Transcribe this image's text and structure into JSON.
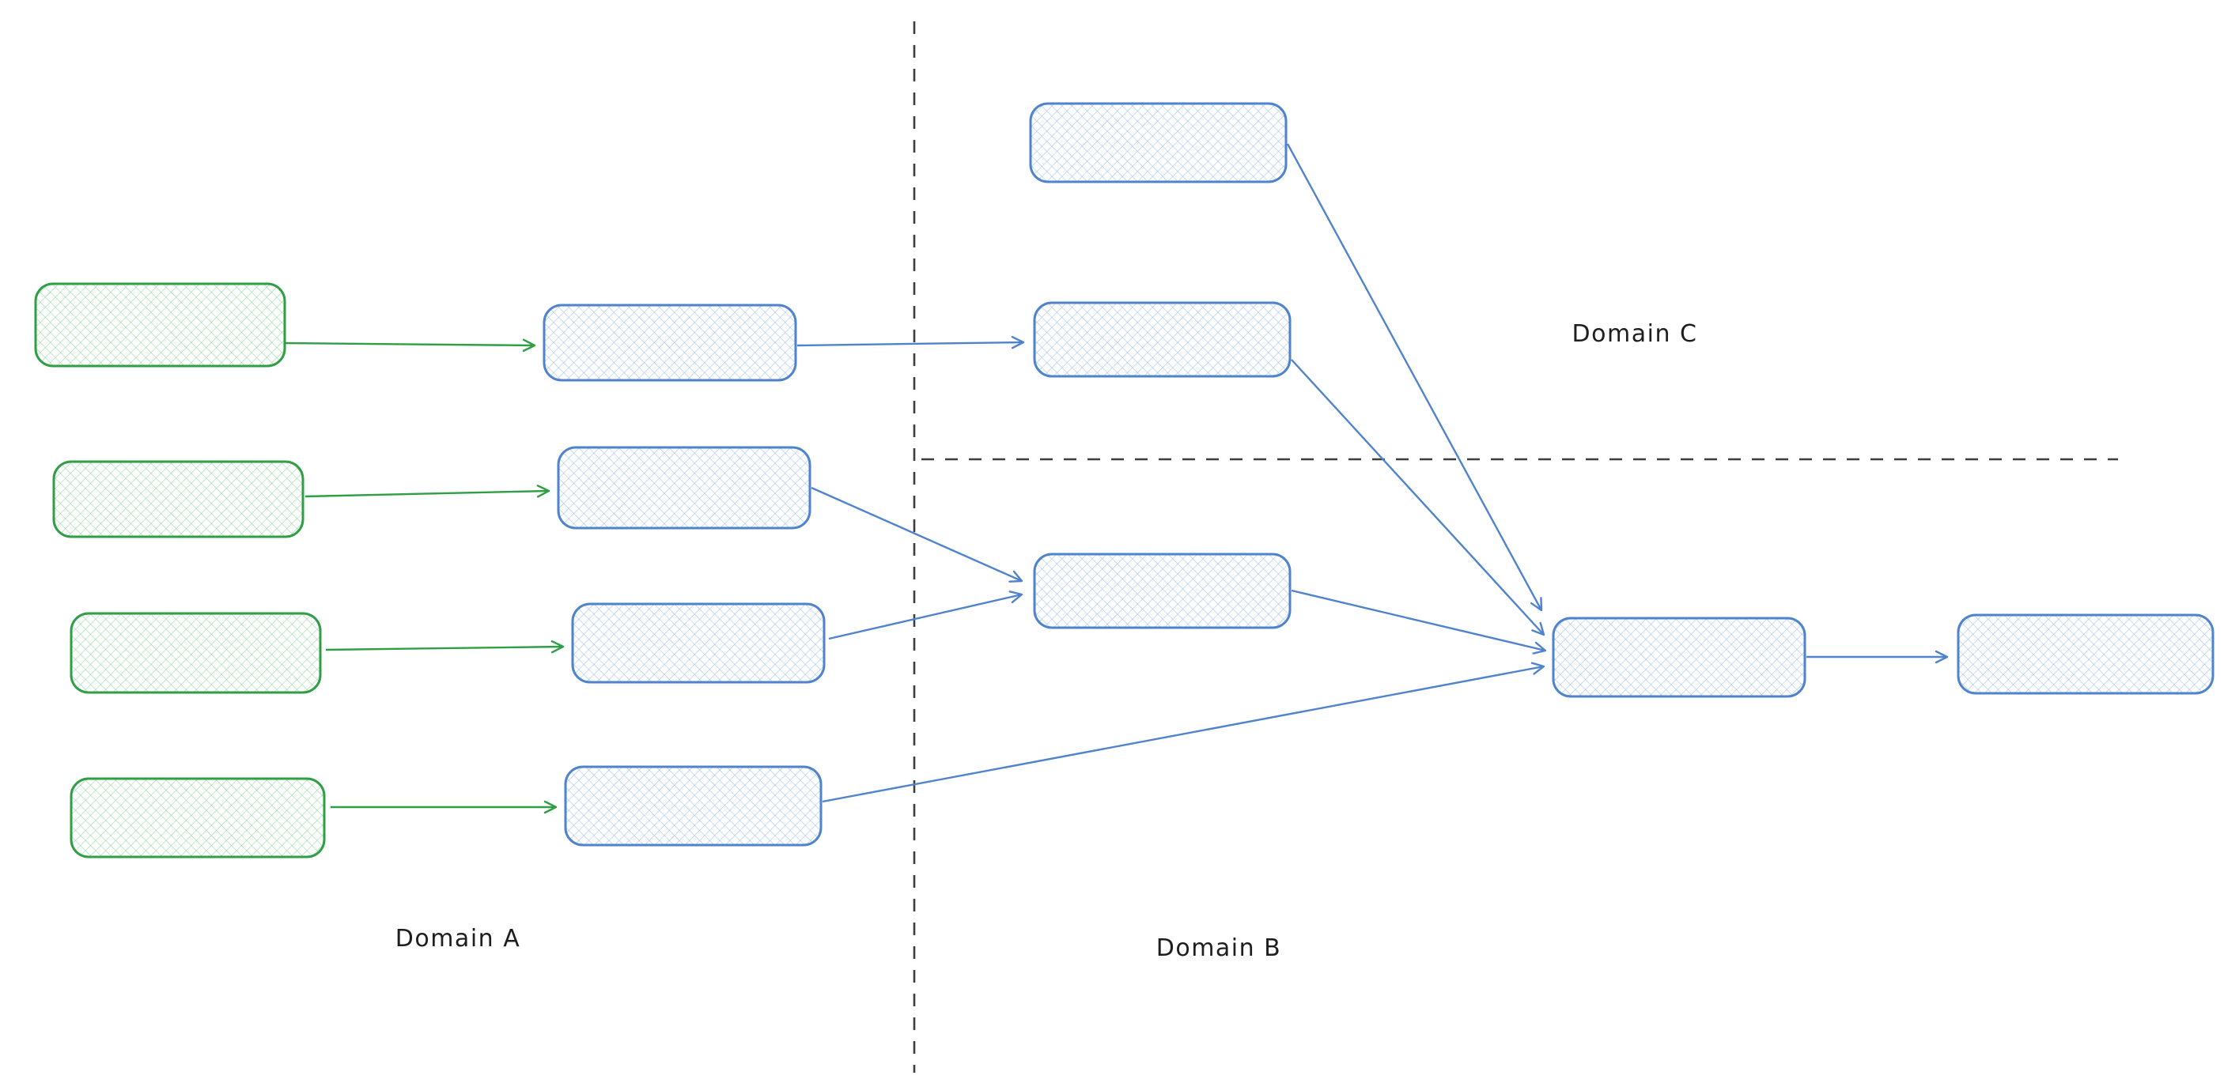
{
  "diagram": {
    "type": "flow-diagram",
    "style": "hand-drawn",
    "labels": {
      "domain_a": "Domain A",
      "domain_b": "Domain B",
      "domain_c": "Domain C"
    },
    "colors": {
      "green_node_stroke": "#2f9e44",
      "green_node_fill_hatch": "#7ed191",
      "blue_node_stroke": "#4f83cc",
      "blue_node_fill_hatch": "#8db7ec",
      "divider_line": "#3d3d3d",
      "label_text": "#1e1e1e",
      "background": "#ffffff"
    },
    "regions": [
      {
        "id": "domain-a",
        "label": "Domain A",
        "position": "left of vertical dashed divider"
      },
      {
        "id": "domain-b",
        "label": "Domain B",
        "position": "right of vertical divider, below horizontal divider"
      },
      {
        "id": "domain-c",
        "label": "Domain C",
        "position": "right of vertical divider, above horizontal divider"
      }
    ],
    "nodes": [
      {
        "id": "g1",
        "color": "green",
        "region": "domain-a",
        "label": ""
      },
      {
        "id": "g2",
        "color": "green",
        "region": "domain-a",
        "label": ""
      },
      {
        "id": "g3",
        "color": "green",
        "region": "domain-a",
        "label": ""
      },
      {
        "id": "g4",
        "color": "green",
        "region": "domain-a",
        "label": ""
      },
      {
        "id": "b1",
        "color": "blue",
        "region": "domain-a",
        "label": ""
      },
      {
        "id": "b2",
        "color": "blue",
        "region": "domain-a",
        "label": ""
      },
      {
        "id": "b3",
        "color": "blue",
        "region": "domain-a",
        "label": ""
      },
      {
        "id": "b4",
        "color": "blue",
        "region": "domain-a",
        "label": ""
      },
      {
        "id": "c1",
        "color": "blue",
        "region": "domain-c",
        "label": ""
      },
      {
        "id": "m1",
        "color": "blue",
        "region": "domain-c",
        "label": ""
      },
      {
        "id": "m2",
        "color": "blue",
        "region": "domain-b",
        "label": ""
      },
      {
        "id": "r1",
        "color": "blue",
        "region": "domain-b",
        "label": ""
      },
      {
        "id": "r2",
        "color": "blue",
        "region": "domain-b",
        "label": ""
      }
    ],
    "edges": [
      {
        "id": "g1-b1",
        "from": "g1",
        "to": "b1",
        "color": "green"
      },
      {
        "id": "g2-b2",
        "from": "g2",
        "to": "b2",
        "color": "green"
      },
      {
        "id": "g3-b3",
        "from": "g3",
        "to": "b3",
        "color": "green"
      },
      {
        "id": "g4-b4",
        "from": "g4",
        "to": "b4",
        "color": "green"
      },
      {
        "id": "b1-m1",
        "from": "b1",
        "to": "m1",
        "color": "blue"
      },
      {
        "id": "b2-m2",
        "from": "b2",
        "to": "m2",
        "color": "blue"
      },
      {
        "id": "b3-m2",
        "from": "b3",
        "to": "m2",
        "color": "blue"
      },
      {
        "id": "b4-r1",
        "from": "b4",
        "to": "r1",
        "color": "blue"
      },
      {
        "id": "c1-r1",
        "from": "c1",
        "to": "r1",
        "color": "blue"
      },
      {
        "id": "m1-r1",
        "from": "m1",
        "to": "r1",
        "color": "blue"
      },
      {
        "id": "m2-r1",
        "from": "m2",
        "to": "r1",
        "color": "blue"
      },
      {
        "id": "r1-r2",
        "from": "r1",
        "to": "r2",
        "color": "blue"
      }
    ]
  }
}
